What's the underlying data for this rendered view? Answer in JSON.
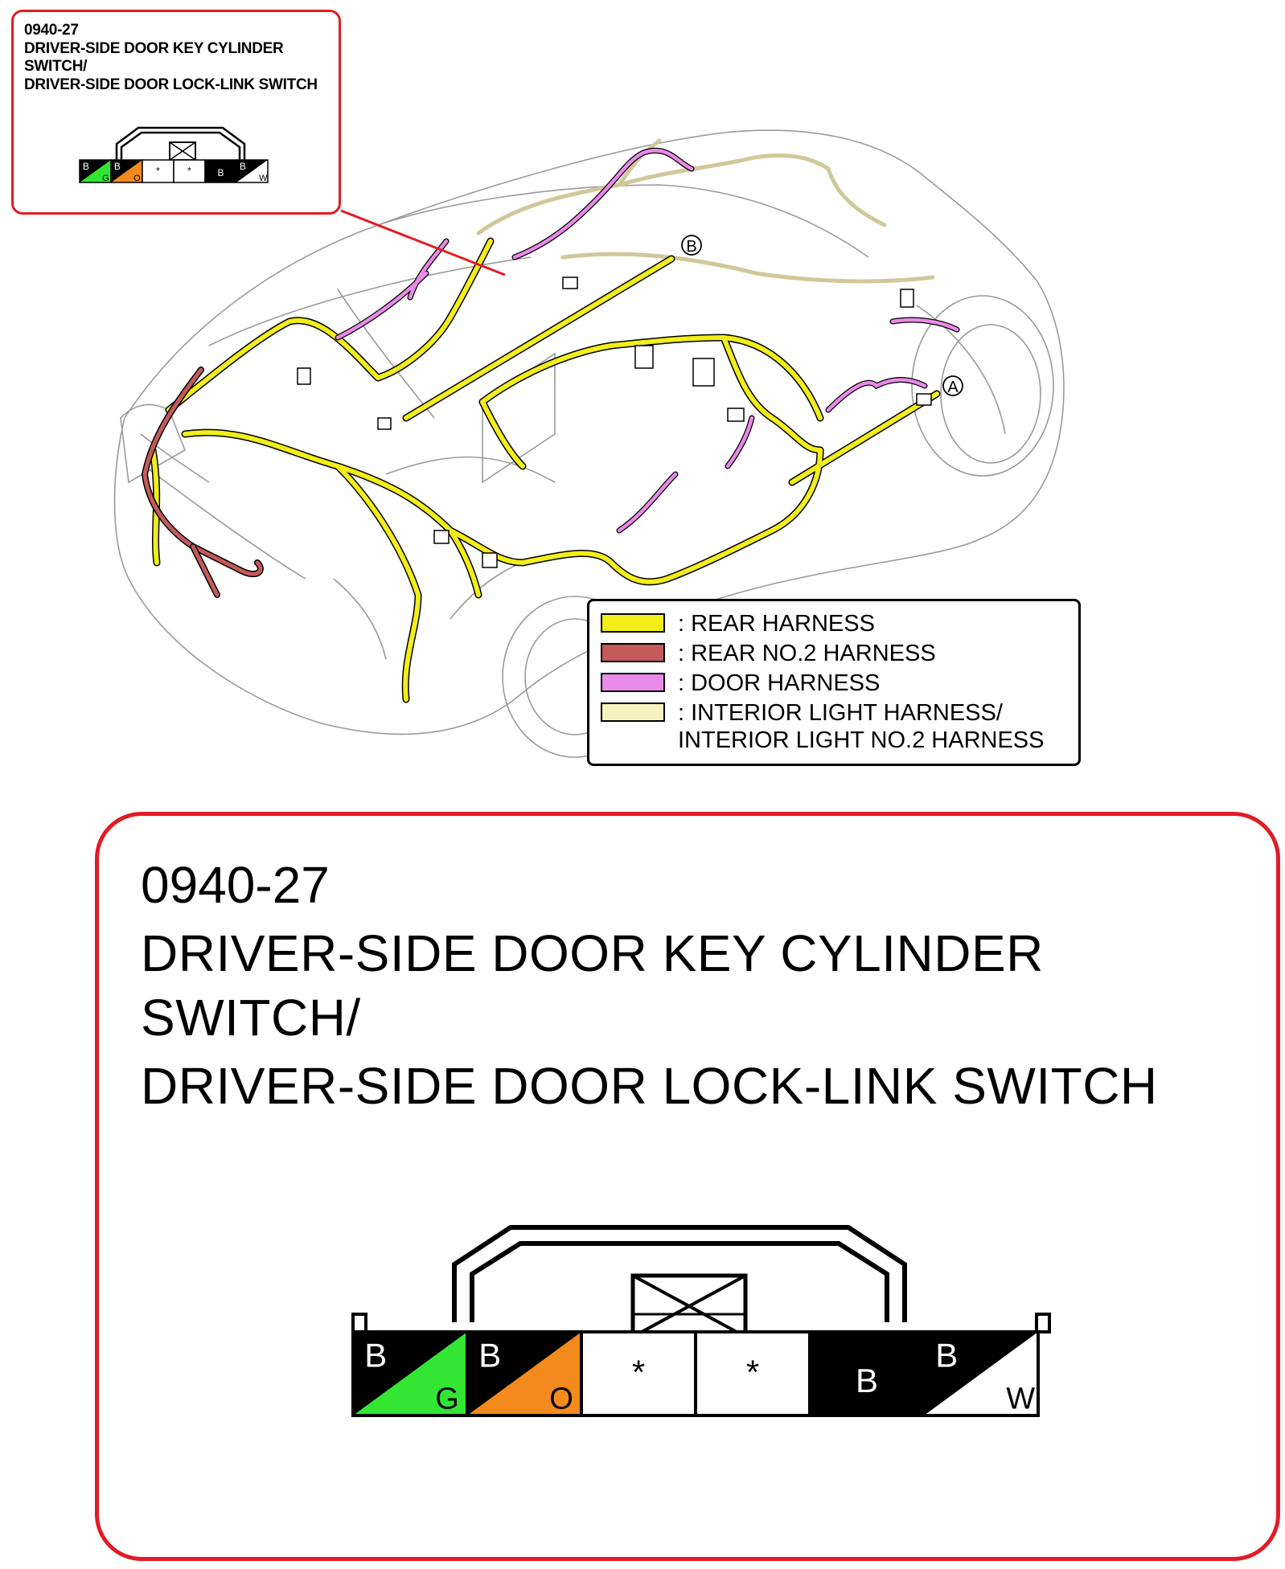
{
  "connector": {
    "code": "0940-27",
    "title_line1": "DRIVER-SIDE DOOR KEY CYLINDER",
    "title_line2": "SWITCH/",
    "title_line3": "DRIVER-SIDE DOOR LOCK-LINK SWITCH",
    "pins": [
      {
        "top": "B",
        "bottom": "G",
        "top_color": "#000000",
        "bottom_color": "#33e633",
        "split": "diagonal"
      },
      {
        "top": "B",
        "bottom": "O",
        "top_color": "#000000",
        "bottom_color": "#f28a1e",
        "split": "diagonal"
      },
      {
        "top": "*",
        "bottom": "",
        "top_color": "#ffffff",
        "bottom_color": "#ffffff",
        "split": "none"
      },
      {
        "top": "*",
        "bottom": "",
        "top_color": "#ffffff",
        "bottom_color": "#ffffff",
        "split": "none"
      },
      {
        "top": "B",
        "bottom": "",
        "top_color": "#000000",
        "bottom_color": "#000000",
        "split": "none"
      },
      {
        "top": "B",
        "bottom": "W",
        "top_color": "#000000",
        "bottom_color": "#ffffff",
        "split": "diagonal"
      }
    ]
  },
  "markers": {
    "a": "A",
    "b": "B"
  },
  "legend": {
    "rear_harness": ": REAR HARNESS",
    "rear_no2_harness": ": REAR NO.2 HARNESS",
    "door_harness": ": DOOR HARNESS",
    "interior_light_line1": ": INTERIOR LIGHT HARNESS/",
    "interior_light_line2": "INTERIOR LIGHT NO.2 HARNESS"
  },
  "colors": {
    "rear_harness": "#f2ee1a",
    "rear_no2_harness": "#c45a5a",
    "door_harness": "#e88ae8",
    "interior_light_harness": "#f7f2c0",
    "frame_red": "#e31b23"
  }
}
